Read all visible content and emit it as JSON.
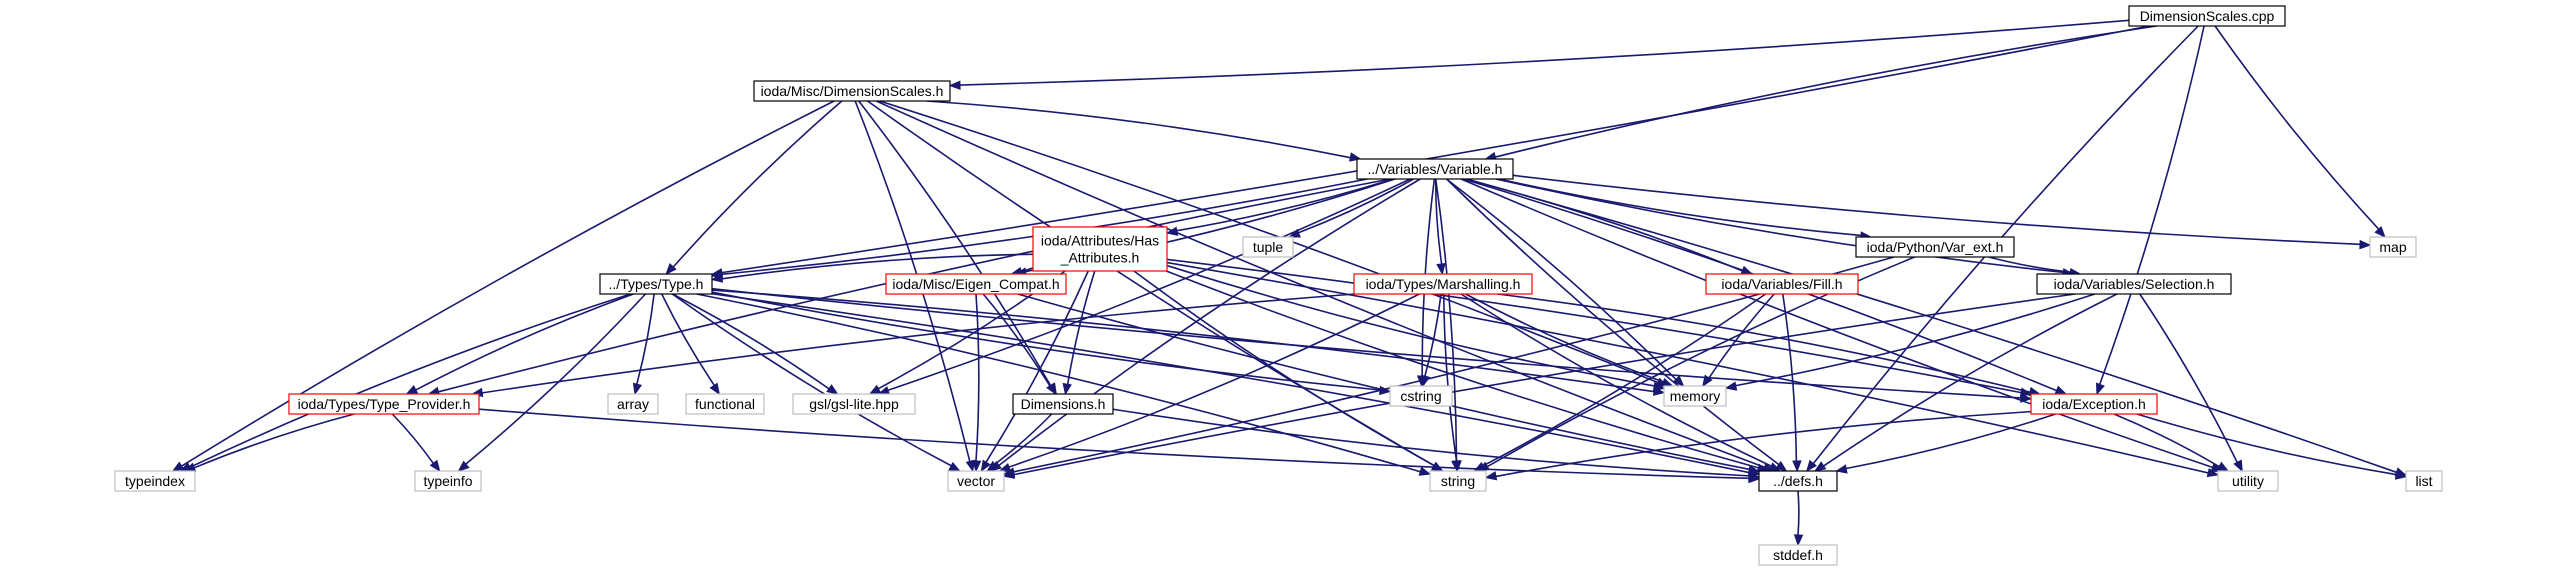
{
  "graph": {
    "title": "",
    "colors": {
      "edge": "#191970",
      "root_fill": "#bfbfbf",
      "border_normal": "#000000",
      "border_incomplete": "#ff0000",
      "border_system": "#bfbfbf"
    },
    "nodes": [
      {
        "id": "dimscales_cpp",
        "label": "DimensionScales.cpp",
        "kind": "root"
      },
      {
        "id": "misc_dimscales_h",
        "label": "ioda/Misc/DimensionScales.h",
        "kind": "normal"
      },
      {
        "id": "variable_h",
        "label": "../Variables/Variable.h",
        "kind": "normal"
      },
      {
        "id": "has_attributes_h",
        "label": "ioda/Attributes/Has\n_Attributes.h",
        "kind": "incomplete"
      },
      {
        "id": "var_ext_h",
        "label": "ioda/Python/Var_ext.h",
        "kind": "normal"
      },
      {
        "id": "eigen_compat_h",
        "label": "ioda/Misc/Eigen_Compat.h",
        "kind": "incomplete"
      },
      {
        "id": "marshalling_h",
        "label": "ioda/Types/Marshalling.h",
        "kind": "incomplete"
      },
      {
        "id": "fill_h",
        "label": "ioda/Variables/Fill.h",
        "kind": "incomplete"
      },
      {
        "id": "selection_h",
        "label": "ioda/Variables/Selection.h",
        "kind": "normal"
      },
      {
        "id": "type_h",
        "label": "../Types/Type.h",
        "kind": "normal"
      },
      {
        "id": "type_provider_h",
        "label": "ioda/Types/Type_Provider.h",
        "kind": "incomplete"
      },
      {
        "id": "dimensions_h",
        "label": "Dimensions.h",
        "kind": "normal"
      },
      {
        "id": "exception_h",
        "label": "ioda/Exception.h",
        "kind": "incomplete"
      },
      {
        "id": "defs_h",
        "label": "../defs.h",
        "kind": "normal"
      },
      {
        "id": "tuple",
        "label": "tuple",
        "kind": "system"
      },
      {
        "id": "map",
        "label": "map",
        "kind": "system"
      },
      {
        "id": "array",
        "label": "array",
        "kind": "system"
      },
      {
        "id": "functional",
        "label": "functional",
        "kind": "system"
      },
      {
        "id": "gsl_lite",
        "label": "gsl/gsl-lite.hpp",
        "kind": "system"
      },
      {
        "id": "cstring",
        "label": "cstring",
        "kind": "system"
      },
      {
        "id": "memory",
        "label": "memory",
        "kind": "system"
      },
      {
        "id": "typeindex",
        "label": "typeindex",
        "kind": "system"
      },
      {
        "id": "typeinfo",
        "label": "typeinfo",
        "kind": "system"
      },
      {
        "id": "vector",
        "label": "vector",
        "kind": "system"
      },
      {
        "id": "string",
        "label": "string",
        "kind": "system"
      },
      {
        "id": "utility",
        "label": "utility",
        "kind": "system"
      },
      {
        "id": "list",
        "label": "list",
        "kind": "system"
      },
      {
        "id": "stddef_h",
        "label": "stddef.h",
        "kind": "system"
      }
    ],
    "edges": [
      [
        "dimscales_cpp",
        "misc_dimscales_h"
      ],
      [
        "dimscales_cpp",
        "variable_h"
      ],
      [
        "dimscales_cpp",
        "type_h"
      ],
      [
        "dimscales_cpp",
        "map"
      ],
      [
        "dimscales_cpp",
        "exception_h"
      ],
      [
        "dimscales_cpp",
        "defs_h"
      ],
      [
        "misc_dimscales_h",
        "variable_h"
      ],
      [
        "misc_dimscales_h",
        "type_h"
      ],
      [
        "misc_dimscales_h",
        "dimensions_h"
      ],
      [
        "misc_dimscales_h",
        "typeindex"
      ],
      [
        "misc_dimscales_h",
        "vector"
      ],
      [
        "misc_dimscales_h",
        "string"
      ],
      [
        "misc_dimscales_h",
        "memory"
      ],
      [
        "misc_dimscales_h",
        "defs_h"
      ],
      [
        "variable_h",
        "has_attributes_h"
      ],
      [
        "variable_h",
        "var_ext_h"
      ],
      [
        "variable_h",
        "eigen_compat_h"
      ],
      [
        "variable_h",
        "marshalling_h"
      ],
      [
        "variable_h",
        "fill_h"
      ],
      [
        "variable_h",
        "selection_h"
      ],
      [
        "variable_h",
        "type_h"
      ],
      [
        "variable_h",
        "type_provider_h"
      ],
      [
        "variable_h",
        "exception_h"
      ],
      [
        "variable_h",
        "defs_h"
      ],
      [
        "variable_h",
        "tuple"
      ],
      [
        "variable_h",
        "map"
      ],
      [
        "variable_h",
        "gsl_lite"
      ],
      [
        "variable_h",
        "cstring"
      ],
      [
        "variable_h",
        "memory"
      ],
      [
        "variable_h",
        "vector"
      ],
      [
        "variable_h",
        "string"
      ],
      [
        "variable_h",
        "utility"
      ],
      [
        "variable_h",
        "list"
      ],
      [
        "has_attributes_h",
        "type_h"
      ],
      [
        "has_attributes_h",
        "eigen_compat_h"
      ],
      [
        "has_attributes_h",
        "dimensions_h"
      ],
      [
        "has_attributes_h",
        "exception_h"
      ],
      [
        "has_attributes_h",
        "defs_h"
      ],
      [
        "has_attributes_h",
        "gsl_lite"
      ],
      [
        "has_attributes_h",
        "memory"
      ],
      [
        "has_attributes_h",
        "vector"
      ],
      [
        "has_attributes_h",
        "string"
      ],
      [
        "has_attributes_h",
        "utility"
      ],
      [
        "var_ext_h",
        "selection_h"
      ],
      [
        "var_ext_h",
        "vector"
      ],
      [
        "var_ext_h",
        "string"
      ],
      [
        "eigen_compat_h",
        "dimensions_h"
      ],
      [
        "eigen_compat_h",
        "defs_h"
      ],
      [
        "eigen_compat_h",
        "vector"
      ],
      [
        "marshalling_h",
        "type_provider_h"
      ],
      [
        "marshalling_h",
        "exception_h"
      ],
      [
        "marshalling_h",
        "defs_h"
      ],
      [
        "marshalling_h",
        "cstring"
      ],
      [
        "marshalling_h",
        "memory"
      ],
      [
        "marshalling_h",
        "vector"
      ],
      [
        "marshalling_h",
        "string"
      ],
      [
        "fill_h",
        "defs_h"
      ],
      [
        "fill_h",
        "memory"
      ],
      [
        "fill_h",
        "string"
      ],
      [
        "selection_h",
        "defs_h"
      ],
      [
        "selection_h",
        "memory"
      ],
      [
        "selection_h",
        "vector"
      ],
      [
        "selection_h",
        "utility"
      ],
      [
        "type_h",
        "type_provider_h"
      ],
      [
        "type_h",
        "array"
      ],
      [
        "type_h",
        "functional"
      ],
      [
        "type_h",
        "gsl_lite"
      ],
      [
        "type_h",
        "cstring"
      ],
      [
        "type_h",
        "memory"
      ],
      [
        "type_h",
        "typeindex"
      ],
      [
        "type_h",
        "typeinfo"
      ],
      [
        "type_h",
        "vector"
      ],
      [
        "type_h",
        "string"
      ],
      [
        "type_h",
        "exception_h"
      ],
      [
        "type_h",
        "defs_h"
      ],
      [
        "type_provider_h",
        "typeindex"
      ],
      [
        "type_provider_h",
        "typeinfo"
      ],
      [
        "type_provider_h",
        "defs_h"
      ],
      [
        "dimensions_h",
        "vector"
      ],
      [
        "dimensions_h",
        "defs_h"
      ],
      [
        "exception_h",
        "defs_h"
      ],
      [
        "exception_h",
        "string"
      ],
      [
        "exception_h",
        "utility"
      ],
      [
        "exception_h",
        "list"
      ],
      [
        "defs_h",
        "stddef_h"
      ]
    ]
  }
}
